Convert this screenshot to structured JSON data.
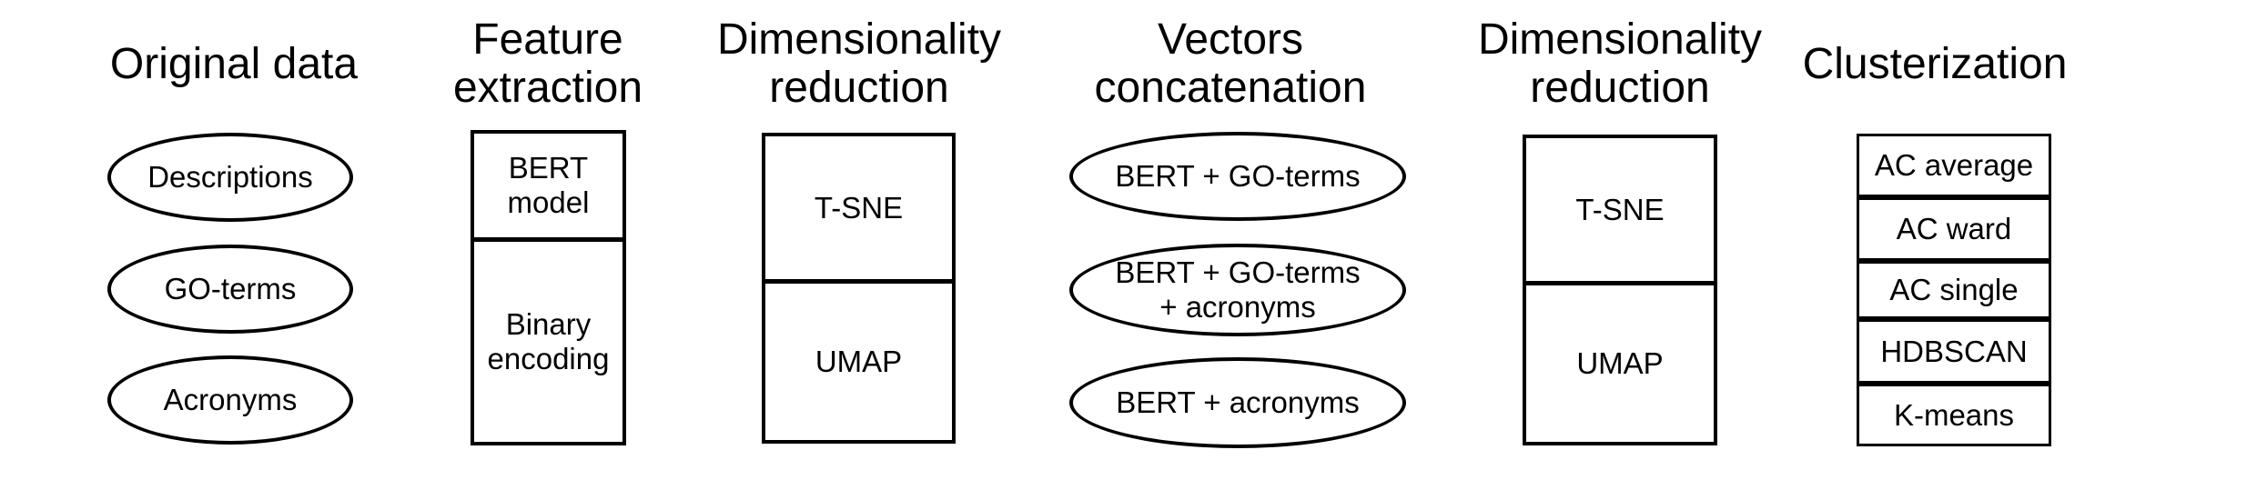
{
  "pipeline": {
    "background": "#ffffff",
    "stroke_color": "#000000",
    "text_color": "#000000",
    "stages": [
      {
        "title": "Original data",
        "shape": "ellipses",
        "items": [
          "Descriptions",
          "GO-terms",
          "Acronyms"
        ]
      },
      {
        "title": "Feature extraction",
        "shape": "split-box",
        "items": [
          "BERT model",
          "Binary encoding"
        ]
      },
      {
        "title": "Dimensionality reduction",
        "shape": "split-box",
        "items": [
          "T-SNE",
          "UMAP"
        ]
      },
      {
        "title": "Vectors concatenation",
        "shape": "ellipses",
        "items": [
          "BERT + GO-terms",
          "BERT + GO-terms\n+ acronyms",
          "BERT + acronyms"
        ]
      },
      {
        "title": "Dimensionality reduction",
        "shape": "split-box",
        "items": [
          "T-SNE",
          "UMAP"
        ]
      },
      {
        "title": "Clusterization",
        "shape": "stack",
        "items": [
          "AC average",
          "AC ward",
          "AC single",
          "HDBSCAN",
          "K-means"
        ]
      }
    ]
  }
}
